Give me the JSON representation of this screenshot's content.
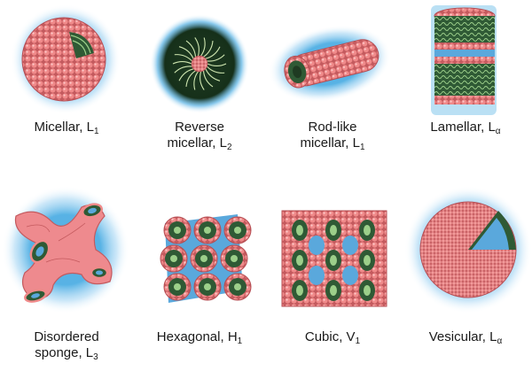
{
  "colors": {
    "glow": "#3aa5e0",
    "headgroup": "#f08a8a",
    "headgroup_dark": "#c45a5e",
    "tail": "#4a7a4a",
    "tail_dark": "#1f3b22",
    "water": "#5aa8dc"
  },
  "phases": [
    {
      "id": "micellar",
      "line1": "",
      "name": "Micellar, L",
      "sub": "1",
      "icon": "micelle-icon"
    },
    {
      "id": "reverse-micellar",
      "line1": "Reverse",
      "name": "micellar, L",
      "sub": "2",
      "icon": "reverse-micelle-icon"
    },
    {
      "id": "rod-like-micellar",
      "line1": "Rod-like",
      "name": "micellar, L",
      "sub": "1",
      "icon": "rod-micelle-icon"
    },
    {
      "id": "lamellar",
      "line1": "",
      "name": "Lamellar, L",
      "sub": "α",
      "icon": "lamellar-icon"
    },
    {
      "id": "sponge",
      "line1": "Disordered",
      "name": "sponge, L",
      "sub": "3",
      "icon": "sponge-icon"
    },
    {
      "id": "hexagonal",
      "line1": "",
      "name": "Hexagonal, H",
      "sub": "1",
      "icon": "hexagonal-icon"
    },
    {
      "id": "cubic",
      "line1": "",
      "name": "Cubic, V",
      "sub": "1",
      "icon": "cubic-icon"
    },
    {
      "id": "vesicular",
      "line1": "",
      "name": "Vesicular, L",
      "sub": "α",
      "icon": "vesicle-icon"
    }
  ]
}
